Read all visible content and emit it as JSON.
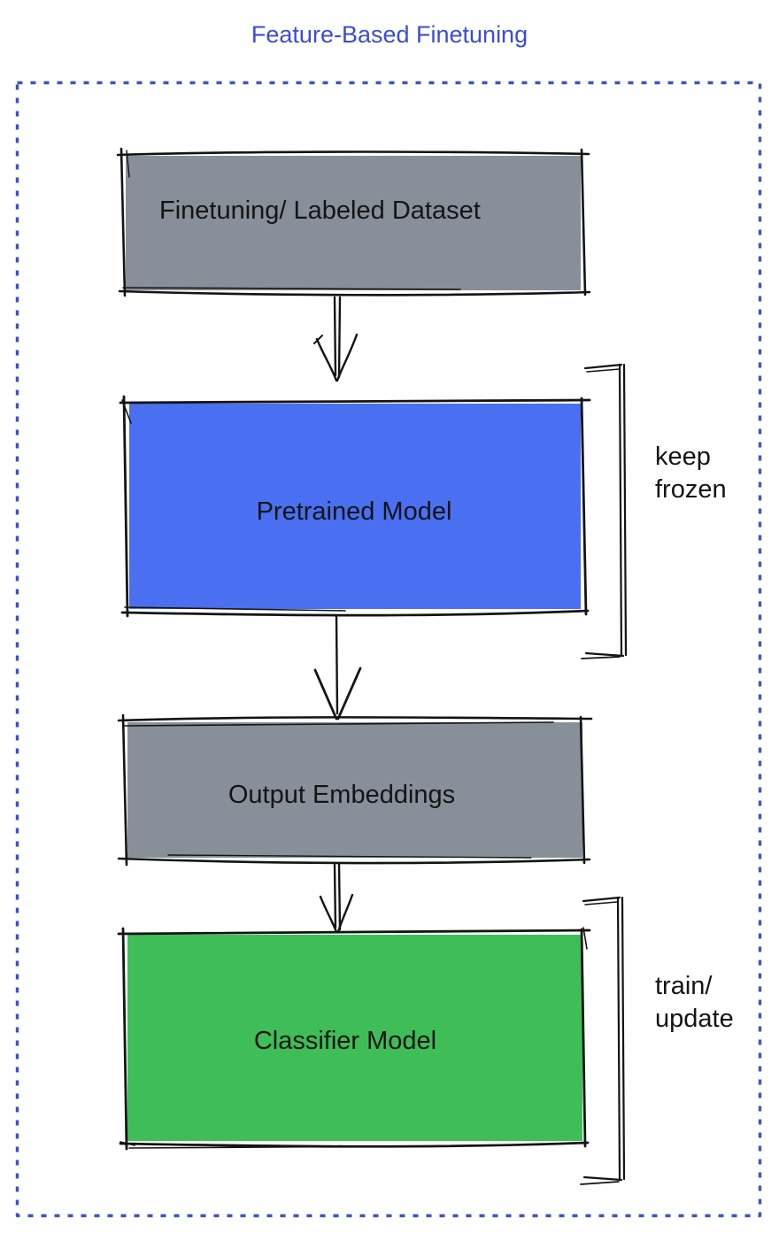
{
  "title": "Feature-Based Finetuning",
  "colors": {
    "title_text": "#3a4cd8",
    "frame_dashed_border": "#3d52c8",
    "ink": "#141414",
    "dataset_box_fill": "#879099",
    "pretrained_box_fill": "#4a6ff0",
    "embeddings_box_fill": "#879099",
    "classifier_box_fill": "#3fbe58"
  },
  "diagram": {
    "nodes": [
      {
        "id": "finetuning-dataset",
        "label": "Finetuning/ Labeled Dataset",
        "fill": "#879099"
      },
      {
        "id": "pretrained-model",
        "label": "Pretrained Model",
        "fill": "#4a6ff0"
      },
      {
        "id": "output-embeddings",
        "label": "Output Embeddings",
        "fill": "#879099"
      },
      {
        "id": "classifier-model",
        "label": "Classifier Model",
        "fill": "#3fbe58"
      }
    ],
    "annotations": [
      {
        "id": "keep-frozen",
        "label": "keep\nfrozen",
        "target": "pretrained-model"
      },
      {
        "id": "train-update",
        "label": "train/\nupdate",
        "target": "classifier-model"
      }
    ],
    "arrows": [
      {
        "id": "dataset-to-pretrained",
        "from": "finetuning-dataset",
        "to": "pretrained-model"
      },
      {
        "id": "pretrained-to-embeddings",
        "from": "pretrained-model",
        "to": "output-embeddings"
      },
      {
        "id": "embeddings-to-classifier",
        "from": "output-embeddings",
        "to": "classifier-model"
      }
    ]
  }
}
